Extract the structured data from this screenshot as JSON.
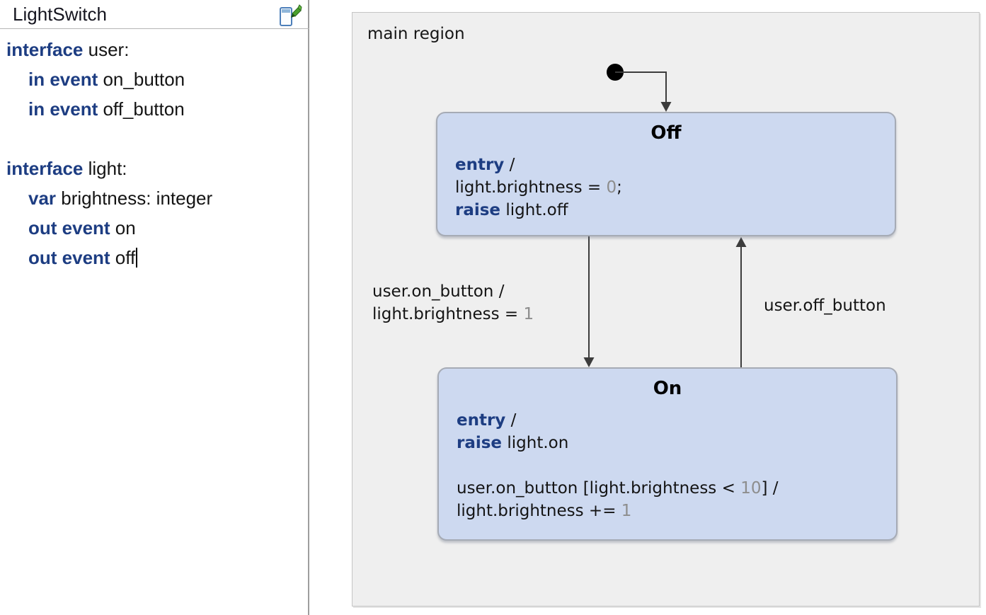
{
  "definition": {
    "title": "LightSwitch",
    "icon": "edit-definition-icon",
    "lines": [
      {
        "indent": 0,
        "segments": [
          [
            "kw",
            "interface"
          ],
          [
            "pl",
            " user:"
          ]
        ]
      },
      {
        "indent": 1,
        "segments": [
          [
            "kw",
            "in event"
          ],
          [
            "pl",
            " on_button"
          ]
        ]
      },
      {
        "indent": 1,
        "segments": [
          [
            "kw",
            "in event"
          ],
          [
            "pl",
            " off_button"
          ]
        ]
      },
      {
        "indent": 0,
        "segments": []
      },
      {
        "indent": 0,
        "segments": [
          [
            "kw",
            "interface"
          ],
          [
            "pl",
            " light:"
          ]
        ]
      },
      {
        "indent": 1,
        "segments": [
          [
            "kw",
            "var"
          ],
          [
            "pl",
            " brightness: integer"
          ]
        ]
      },
      {
        "indent": 1,
        "segments": [
          [
            "kw",
            "out event"
          ],
          [
            "pl",
            " on"
          ]
        ]
      },
      {
        "indent": 1,
        "segments": [
          [
            "kw",
            "out event"
          ],
          [
            "pl",
            " off"
          ]
        ],
        "caret": true
      }
    ]
  },
  "diagram": {
    "region_label": "main region",
    "states": [
      {
        "name": "Off",
        "body": [
          [
            [
              "kw",
              "entry"
            ],
            [
              "pl",
              " /"
            ]
          ],
          [
            [
              "pl",
              "light.brightness = "
            ],
            [
              "num",
              "0"
            ],
            [
              "pl",
              ";"
            ]
          ],
          [
            [
              "kw",
              "raise"
            ],
            [
              "pl",
              " light.off"
            ]
          ]
        ]
      },
      {
        "name": "On",
        "body": [
          [
            [
              "kw",
              "entry"
            ],
            [
              "pl",
              " /"
            ]
          ],
          [
            [
              "kw",
              "raise"
            ],
            [
              "pl",
              " light.on"
            ]
          ],
          [],
          [
            [
              "pl",
              "user.on_button [light.brightness < "
            ],
            [
              "num",
              "10"
            ],
            [
              "pl",
              "] /"
            ]
          ],
          [
            [
              "pl",
              "light.brightness += "
            ],
            [
              "num",
              "1"
            ]
          ]
        ]
      }
    ],
    "transitions": [
      {
        "name": "off-to-on",
        "lines": [
          [
            [
              "pl",
              "user.on_button /"
            ]
          ],
          [
            [
              "pl",
              "light.brightness = "
            ],
            [
              "num",
              "1"
            ]
          ]
        ]
      },
      {
        "name": "on-to-off",
        "lines": [
          [
            [
              "pl",
              "user.off_button"
            ]
          ]
        ]
      }
    ]
  },
  "colors": {
    "keyword_blue": "#1d3d82",
    "number_gray": "#8d8d8d",
    "state_fill": "#cdd9f0",
    "state_border": "#a6abb5",
    "region_bg": "#efefef",
    "region_border": "#c5c5c5",
    "arrow": "#3c3c3c",
    "initial_dot": "#000000"
  }
}
